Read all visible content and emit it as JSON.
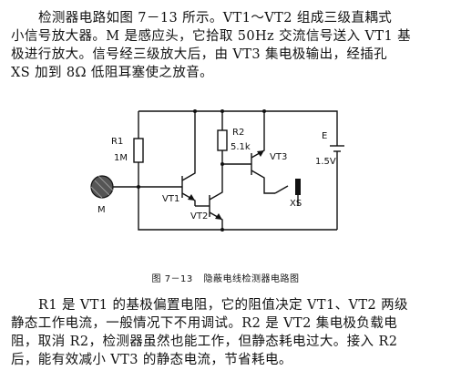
{
  "intro_lines": [
    "检测器电路如图 7－13 所示。VT1～VT2 组成三级直耦式",
    "小信号放大器。M 是感应头，它拾取 50Hz 交流信号送入 VT1 基",
    "极进行放大。信号经三级放大后，由 VT3 集电极输出，经插孔",
    "XS 加到 8Ω 低阻耳塞使之放音。"
  ],
  "figure": {
    "number": "图 7－13",
    "title": "隐蔽电线检测器电路图",
    "labels": {
      "r1": "R1",
      "r1_value": "1M",
      "r2": "R2",
      "r2_value": "5.1k",
      "vt1": "VT1",
      "vt2": "VT2",
      "vt3": "VT3",
      "sensor": "M",
      "battery": "E",
      "battery_value": "1.5V",
      "jack": "XS"
    }
  },
  "body_lines": [
    "R1 是 VT1 的基极偏置电阻，它的阻值决定 VT1、VT2 两级",
    "静态工作电流，一般情况下不用调试。R2 是 VT2 集电极负载电",
    "阻，取消 R2，检测器虽然也能工作，但静态耗电过大。接入 R2",
    "后，能有效减小 VT3 的静态电流，节省耗电。"
  ]
}
